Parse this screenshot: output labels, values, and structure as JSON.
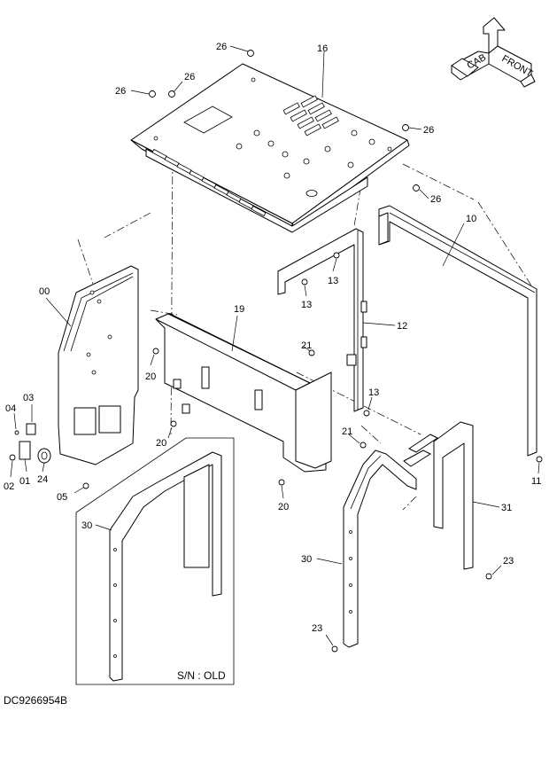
{
  "drawing_code": "DC9266954B",
  "variant_box_label": "S/N : OLD",
  "orientation_icon": {
    "name": "front-view-compass-icon",
    "labels": [
      "CAB",
      "FRONT"
    ]
  },
  "callouts": {
    "c16": "16",
    "c26a": "26",
    "c26b": "26",
    "c26c": "26",
    "c26d": "26",
    "c26e": "26",
    "c10": "10",
    "c12": "12",
    "c13a": "13",
    "c13b": "13",
    "c13c": "13",
    "c19": "19",
    "c21a": "21",
    "c21b": "21",
    "c20a": "20",
    "c20b": "20",
    "c20c": "20",
    "c00": "00",
    "c03": "03",
    "c04": "04",
    "c24": "24",
    "c02": "02",
    "c01": "01",
    "c05": "05",
    "c11": "11",
    "c31": "31",
    "c30a": "30",
    "c30b": "30",
    "c23a": "23",
    "c23b": "23"
  }
}
